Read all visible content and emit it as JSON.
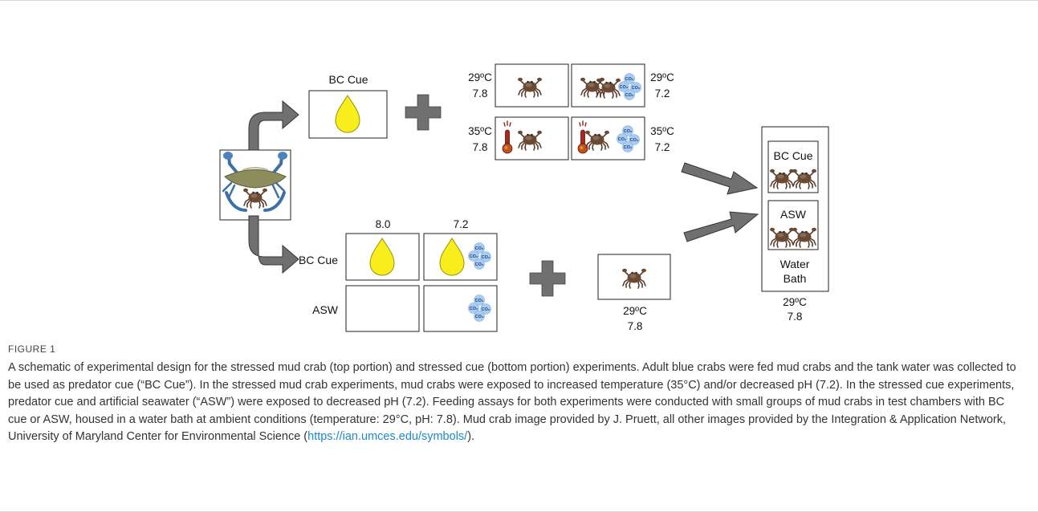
{
  "figure": {
    "labels": {
      "top_bc_cue": "BC Cue",
      "top_cond_29_78_temp": "29ºC",
      "top_cond_29_78_ph": "7.8",
      "top_cond_29_72_temp": "29ºC",
      "top_cond_29_72_ph": "7.2",
      "top_cond_35_78_temp": "35ºC",
      "top_cond_35_78_ph": "7.8",
      "top_cond_35_72_temp": "35ºC",
      "top_cond_35_72_ph": "7.2",
      "bottom_col_80": "8.0",
      "bottom_col_72": "7.2",
      "bottom_row_bc_cue": "BC Cue",
      "bottom_row_asw": "ASW",
      "bottom_crab_temp": "29ºC",
      "bottom_crab_ph": "7.8",
      "bath_bc_cue": "BC Cue",
      "bath_asw": "ASW",
      "bath_label_line1": "Water",
      "bath_label_line2": "Bath",
      "bath_temp": "29ºC",
      "bath_ph": "7.8",
      "co2": "CO₂"
    },
    "colors": {
      "drop_fill": "#f7ee1c",
      "drop_stroke": "#9a8f00",
      "bubble_fill": "#a9cdf2",
      "arrow_fill": "#707070",
      "crab_body": "#6b4a35",
      "thermo_red": "#8c1d14"
    }
  },
  "caption": {
    "figure_label": "FIGURE 1",
    "text": " A schematic of experimental design for the stressed mud crab (top portion) and stressed cue (bottom portion) experiments. Adult blue crabs were fed mud crabs and the tank water was collected to be used as predator cue (“BC Cue”). In the stressed mud crab experiments, mud crabs were exposed to increased temperature (35°C) and/or decreased pH (7.2). In the stressed cue experiments, predator cue and artificial seawater (“ASW”) were exposed to decreased pH (7.2). Feeding assays for both experiments were conducted with small groups of mud crabs in test chambers with BC cue or ASW, housed in a water bath at ambient conditions (temperature: 29°C, pH: 7.8). Mud crab image provided by J. Pruett, all other images provided by the Integration & Application Network, University of Maryland Center for Environmental Science (",
    "link": "https://ian.umces.edu/symbols/",
    "tail": ")."
  }
}
